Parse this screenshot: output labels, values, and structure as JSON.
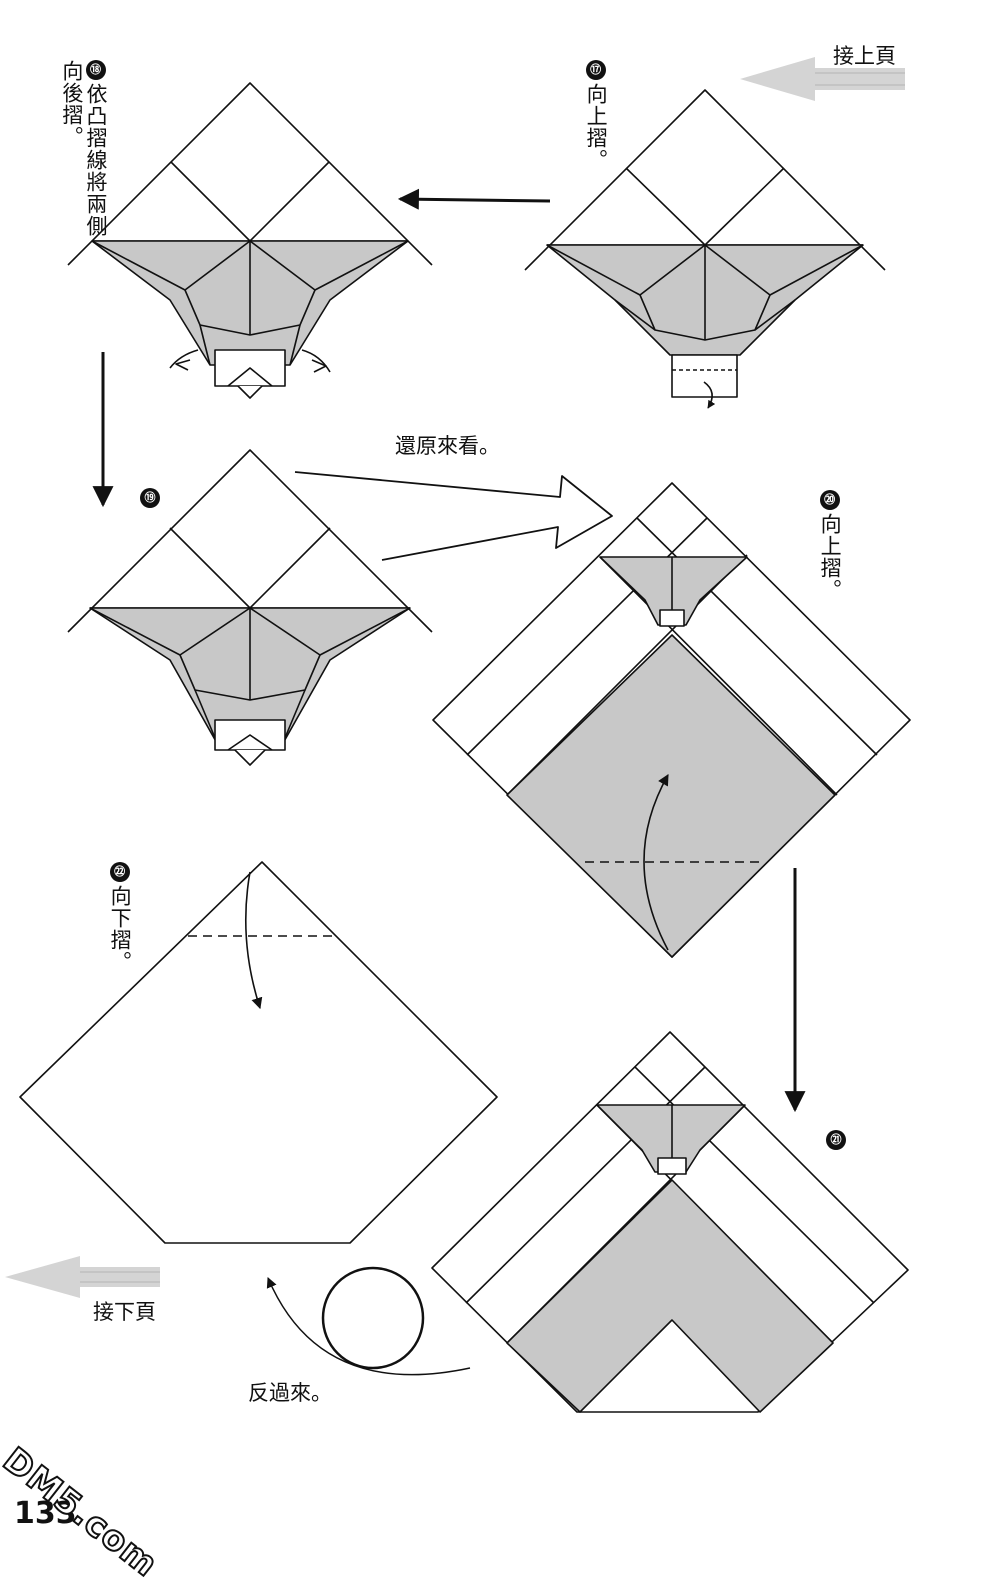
{
  "page": {
    "number": "133",
    "watermark": "DM5.com"
  },
  "navigation": {
    "from_prev": "接上頁",
    "to_next": "接下頁"
  },
  "steps": [
    {
      "number": "⑰",
      "instruction": "向上摺。"
    },
    {
      "number": "⑱",
      "instruction": "依凸摺線將兩側向後摺。"
    },
    {
      "number": "⑲",
      "instruction": ""
    },
    {
      "number": "⑳",
      "instruction": "向上摺。"
    },
    {
      "number": "㉑",
      "instruction": ""
    },
    {
      "number": "㉒",
      "instruction": "向下摺。"
    }
  ],
  "notes": {
    "unfold_view": "還原來看。",
    "turn_over": "反過來。"
  },
  "colors": {
    "line": "#111111",
    "shade": "#c8c8c8",
    "nav_arrow": "#cfcfcf"
  }
}
